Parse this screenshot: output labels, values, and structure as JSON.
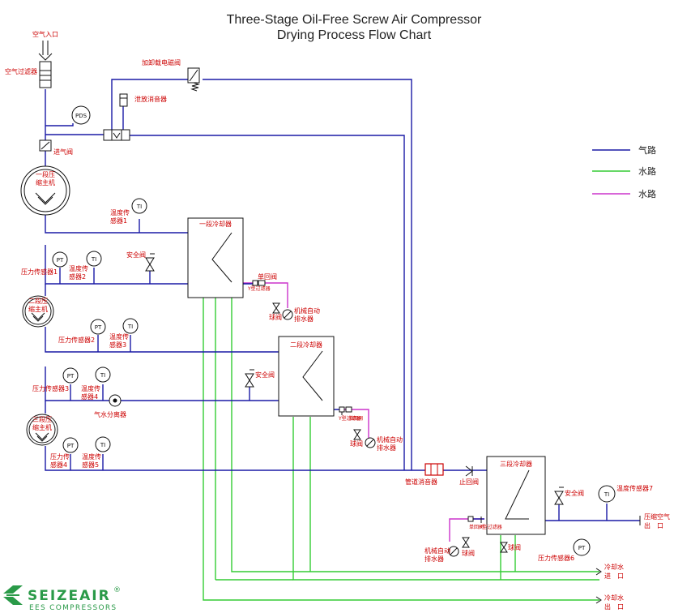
{
  "title": {
    "line1": "Three-Stage Oil-Free Screw Air Compressor",
    "line2": "Drying Process Flow Chart"
  },
  "legend": [
    {
      "label": "气路",
      "color": "#1a1aa6"
    },
    {
      "label": "水路",
      "color": "#33cc33"
    },
    {
      "label": "水路",
      "color": "#cc33cc"
    }
  ],
  "labels": {
    "air_inlet": "空气入口",
    "air_filter": "空气过滤器",
    "pds": "PDS",
    "intake_valve": "进气阀",
    "loading_valve": "加卸载电磁阀",
    "vent_silencer": "泄放消音器",
    "stage1_main_a": "一段压",
    "stage1_main_b": "缩主机",
    "ti": "TI",
    "pt": "PT",
    "temp_sensor1_a": "温度传",
    "temp_sensor1_b": "感器1",
    "cooler1": "一段冷却器",
    "pressure_sensor1": "压力传感器1",
    "temp_sensor2_a": "温度传",
    "temp_sensor2_b": "感器2",
    "safety_valve1": "安全阀",
    "check_valve1": "单回阀",
    "y_filter1": "Y型过滤器",
    "auto_drain1_a": "机械自动",
    "auto_drain1_b": "排水器",
    "ball_valve1": "球阀",
    "stage2_main_a": "二段压",
    "stage2_main_b": "缩主机",
    "pressure_sensor2": "压力传感器2",
    "temp_sensor3_a": "温度传",
    "temp_sensor3_b": "感器3",
    "cooler2": "二段冷却器",
    "safety_valve2": "安全阀",
    "pressure_sensor3": "压力传感器3",
    "temp_sensor4_a": "温度传",
    "temp_sensor4_b": "感器4",
    "separator": "气水分离器",
    "y_filter2": "Y型过滤器",
    "check_valve2": "单回阀",
    "ball_valve2": "球阀",
    "auto_drain2_a": "机械自动",
    "auto_drain2_b": "排水器",
    "stage3_main_a": "三段压",
    "stage3_main_b": "缩主机",
    "pressure_sensor4_a": "压力传",
    "pressure_sensor4_b": "感器4",
    "temp_sensor5_a": "温度传",
    "temp_sensor5_b": "感器5",
    "pipe_silencer": "管道消音器",
    "check_valve3": "止回阀",
    "cooler3": "三段冷却器",
    "safety_valve3": "安全阀",
    "temp_sensor7": "温度传感器7",
    "compressed_air_out_a": "压缩空气",
    "compressed_air_out_b": "出　口",
    "check_valve4": "单回阀",
    "y_filter3": "Y型过滤器",
    "auto_drain3_a": "机械自动",
    "auto_drain3_b": "排水器",
    "ball_valve3": "球阀",
    "ball_valve4": "球阀",
    "pressure_sensor6": "压力传感器6",
    "cooling_water_in_a": "冷却水",
    "cooling_water_in_b": "进　口",
    "cooling_water_out_a": "冷却水",
    "cooling_water_out_b": "出　口"
  },
  "logo": {
    "name": "SEIZEAIR",
    "registered": "®",
    "tagline": "EES COMPRESSORS"
  }
}
